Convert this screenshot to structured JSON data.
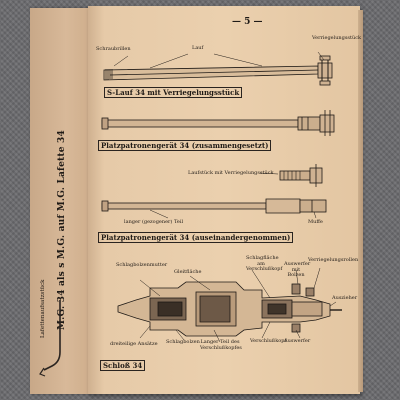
{
  "page": {
    "number": "— 5 —",
    "side_title": "M.G. 34 als s M.G. auf M.G. Lafette 34",
    "side_label": "Lafettenaufsatzstück"
  },
  "figure1": {
    "caption": "S-Lauf 34 mit Verriegelungsstück",
    "labels": {
      "schraubrillen": "Schraubrillen",
      "lauf": "Lauf",
      "verriegelung": "Verriegelungsstück"
    }
  },
  "figure2": {
    "caption": "Platzpatronengerät 34 (zusammengesetzt)"
  },
  "figure3": {
    "caption": "Platzpatronengerät 34 (auseinandergenommen)",
    "labels": {
      "laufstueck": "Laufstück mit Verriegelungsstück",
      "langer_teil": "langer (gezogener) Teil",
      "muffe": "Muffe"
    }
  },
  "figure4": {
    "caption": "Schloß 34",
    "labels": {
      "schlagbolzenmutter": "Schlagbolzenmutter",
      "gleitfläche": "Gleitfläche",
      "schlagfläche": "Schlagfläche am Verschlußkopf",
      "auswerfer_bolzen": "Auswerfer mit Bolzen",
      "verriegelungsrollen": "Verriegelungsrollen",
      "dreiteilige_ansaetze": "dreiteilige Ansätze",
      "schlagbolzen": "Schlagbolzen",
      "langer_teil_verschluss": "Langer Teil des Verschlußkopfes",
      "verschlusskopf": "Verschlußkopf",
      "auswerfer": "Auswerfer",
      "auszieher": "Auszieher"
    }
  },
  "colors": {
    "paper": "#ebd0ae",
    "ink": "#1f1a16",
    "background": "#6b6b6e"
  }
}
